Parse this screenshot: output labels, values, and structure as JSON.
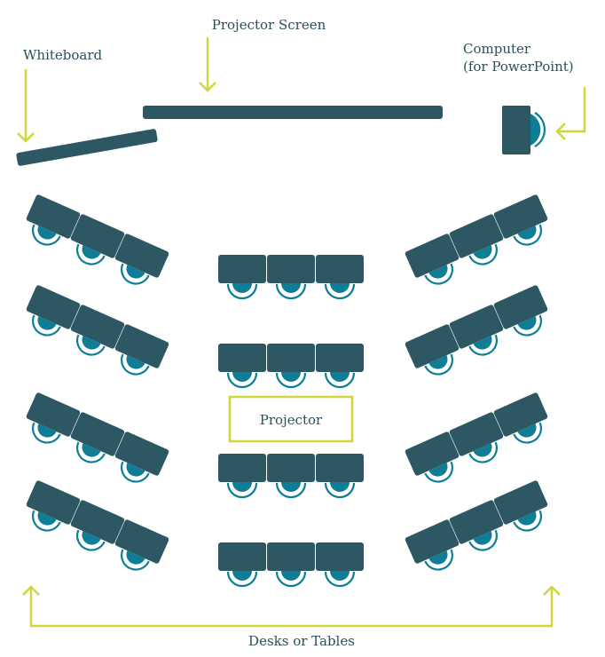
{
  "labels": {
    "projector_screen": "Projector Screen",
    "whiteboard": "Whiteboard",
    "computer_line1": "Computer",
    "computer_line2": "(for PowerPoint)",
    "projector": "Projector",
    "desks": "Desks or Tables"
  },
  "colors": {
    "desk": "#2d5863",
    "seat": "#0f7d95",
    "arrow": "#cfd63a",
    "text": "#2a4f5b"
  }
}
